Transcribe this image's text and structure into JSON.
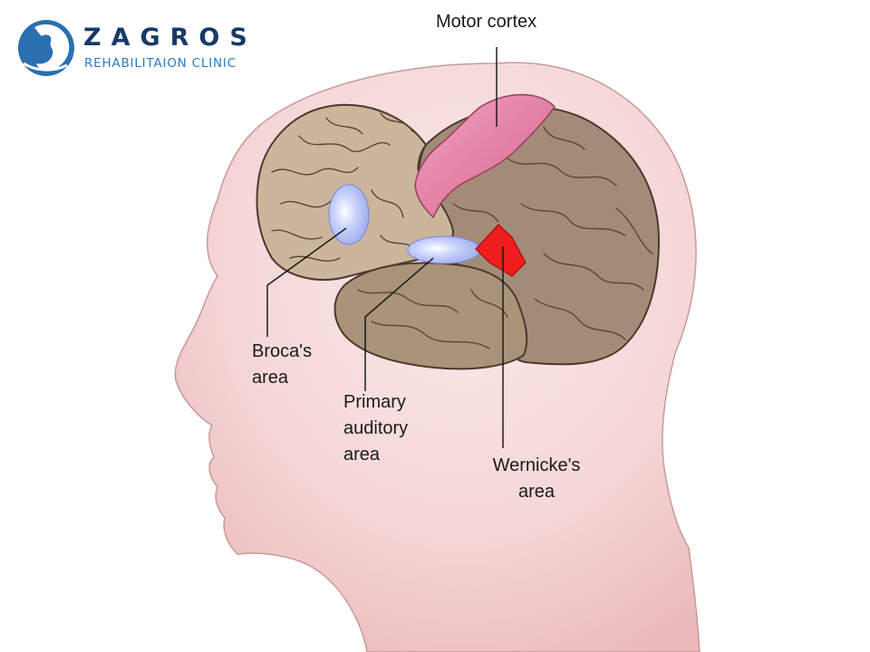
{
  "logo": {
    "name": "ZAGROS",
    "subtitle": "REHABILITAION CLINIC"
  },
  "labels": {
    "motor_cortex": "Motor cortex",
    "broca_line1": "Broca's",
    "broca_line2": "area",
    "auditory_line1": "Primary",
    "auditory_line2": "auditory",
    "auditory_line3": "area",
    "wernicke_line1": "Wernicke's",
    "wernicke_line2": "area"
  },
  "colors": {
    "head_fill": "#f3cfcf",
    "head_stroke": "#b08080",
    "brain_front": "#cbb69c",
    "brain_back": "#a28c78",
    "brain_stroke": "#4a3a2e",
    "motor_cortex": "#e07ca0",
    "broca": "#b9c4f7",
    "auditory": "#c9d4fb",
    "wernicke": "#ef1d1d",
    "logo_dark": "#173a68",
    "logo_blue": "#2a7cc4"
  }
}
